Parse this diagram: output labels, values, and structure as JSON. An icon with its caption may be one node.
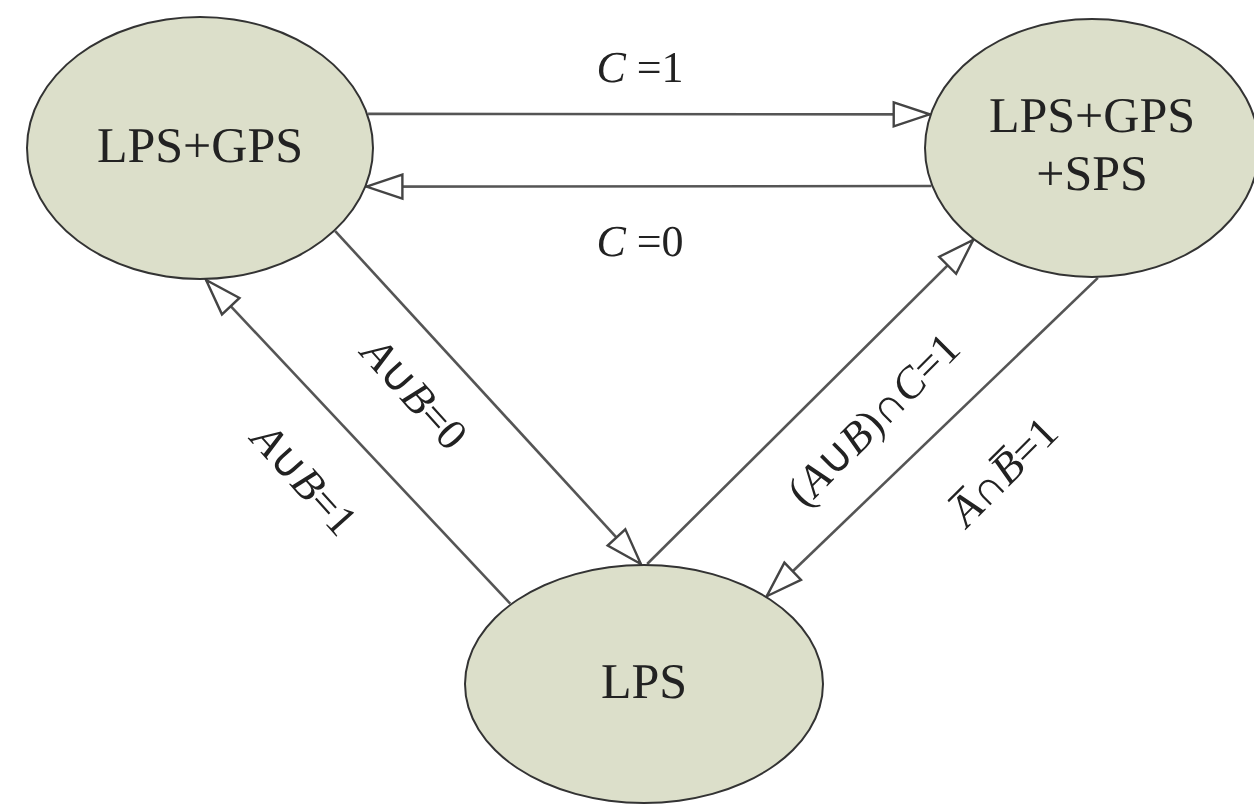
{
  "diagram": {
    "nodes": [
      {
        "text": [
          "LPS+GPS"
        ]
      },
      {
        "text": [
          "LPS+GPS +SPS"
        ]
      },
      {
        "text": [
          "LPS"
        ]
      }
    ],
    "edges": [
      {
        "from": 0,
        "to": 1,
        "arrow": "to",
        "label": "*C* =1"
      },
      {
        "from": 1,
        "to": 0,
        "arrow": "to",
        "label": "*C* =0"
      },
      {
        "from": 0,
        "to": 2,
        "arrow": "to",
        "label": "*A*∪*B*=0"
      },
      {
        "from": 2,
        "to": 0,
        "arrow": "to",
        "label": "*A*∪*B*=1"
      },
      {
        "from": 2,
        "to": 1,
        "arrow": "to",
        "label": "(*A*∪*B*)∩*C*=1"
      },
      {
        "from": 1,
        "to": 2,
        "arrow": "to",
        "label": "*A̅*∩*B̅*=1"
      }
    ]
  }
}
